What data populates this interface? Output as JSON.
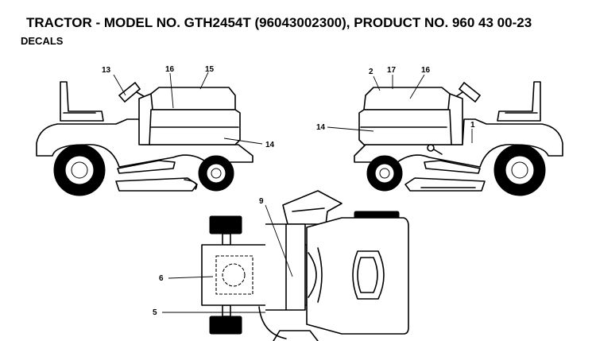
{
  "header": {
    "title": "TRACTOR - MODEL NO. GTH2454T (96043002300), PRODUCT NO. 960 43 00-23",
    "subtitle": "DECALS"
  },
  "callouts": {
    "left_view": {
      "c13": "13",
      "c16": "16",
      "c15": "15",
      "c14": "14"
    },
    "right_view": {
      "c2": "2",
      "c17": "17",
      "c16": "16",
      "c14": "14",
      "c1": "1"
    },
    "top_view": {
      "c9": "9",
      "c6": "6",
      "c5": "5"
    }
  }
}
